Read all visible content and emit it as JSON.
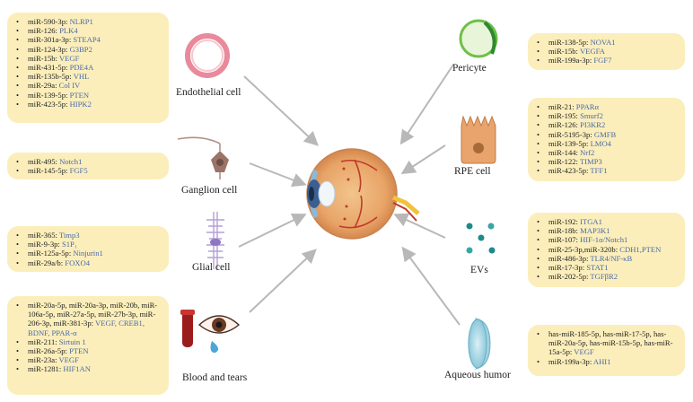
{
  "center": {
    "label": "eye-icon"
  },
  "cells": [
    {
      "id": "endothelial",
      "label": "Endothelial cell",
      "icon": "endothelial-cell-icon",
      "items": [
        [
          "miR-590-3p: ",
          "NLRP1"
        ],
        [
          "miR-126: ",
          "PLK4"
        ],
        [
          "miR-301a-3p: ",
          "STEAP4"
        ],
        [
          "miR-124-3p: ",
          "G3BP2"
        ],
        [
          "miR-15b: ",
          "VEGF"
        ],
        [
          "miR-431-5p: ",
          "PDE4A"
        ],
        [
          "miR-135b-5p: ",
          "VHL"
        ],
        [
          "miR-29a: ",
          "Col IV"
        ],
        [
          "miR-139-5p: ",
          "PTEN"
        ],
        [
          "miR-423-5p: ",
          "HIPK2"
        ]
      ]
    },
    {
      "id": "ganglion",
      "label": "Ganglion cell",
      "icon": "ganglion-cell-icon",
      "items": [
        [
          "miR-495: ",
          "Notch1"
        ],
        [
          "miR-145-5p: ",
          "FGF5"
        ]
      ]
    },
    {
      "id": "glial",
      "label": "Glial cell",
      "icon": "glial-cell-icon",
      "items": [
        [
          "miR-365: ",
          "Timp3"
        ],
        [
          "miR-9-3p: ",
          "S1P₁"
        ],
        [
          "miR-125a-5p: ",
          "Ninjurin1"
        ],
        [
          "miR-29a/b: ",
          "FOXO4"
        ]
      ]
    },
    {
      "id": "blood",
      "label": "Blood and tears",
      "icon": "blood-tears-icon",
      "items": [
        [
          "miR-20a-5p, miR-20a-3p, miR-20b, miR-106a-5p, miR-27a-5p, miR-27b-3p, miR-206-3p, miR-381-3p: ",
          "VEGF, CREB1, BDNF, PPAR-α"
        ],
        [
          "miR-211: ",
          "Sirtuin 1"
        ],
        [
          "miR-26a-5p: ",
          "PTEN"
        ],
        [
          "miR-23a: ",
          "VEGF"
        ],
        [
          "miR-1281: ",
          "HIF1AN"
        ]
      ]
    },
    {
      "id": "pericyte",
      "label": "Pericyte",
      "icon": "pericyte-icon",
      "items": [
        [
          "miR-138-5p: ",
          "NOVA1"
        ],
        [
          "miR-15b: ",
          "VEGFA"
        ],
        [
          "miR-199a-3p: ",
          "FGF7"
        ]
      ]
    },
    {
      "id": "rpe",
      "label": "RPE cell",
      "icon": "rpe-cell-icon",
      "items": [
        [
          "miR-21: ",
          "PPARα"
        ],
        [
          "miR-195: ",
          "Smurf2"
        ],
        [
          "miR-126: ",
          "PI3KR2"
        ],
        [
          "miR-5195-3p: ",
          "GMFB"
        ],
        [
          "miR-139-5p: ",
          "LMO4"
        ],
        [
          "miR-144: ",
          "Nrf2"
        ],
        [
          "miR-122: ",
          "TIMP3"
        ],
        [
          "miR-423-5p: ",
          "TFF1"
        ]
      ]
    },
    {
      "id": "evs",
      "label": "EVs",
      "icon": "evs-icon",
      "items": [
        [
          "miR-192: ",
          "ITGA1"
        ],
        [
          "miR-18b: ",
          "MAP3K1"
        ],
        [
          "miR-107: ",
          "HIF-1α/Notch1"
        ],
        [
          "miR-25-3p,miR-320b: ",
          "CDH1,PTEN"
        ],
        [
          "miR-486-3p: ",
          "TLR4/NF-κB"
        ],
        [
          "miR-17-3p: ",
          "STAT1"
        ],
        [
          "miR-202-5p: ",
          "TGFβR2"
        ]
      ]
    },
    {
      "id": "aqueous",
      "label": "Aqueous humor",
      "icon": "aqueous-humor-icon",
      "items": [
        [
          "has-miR-185-5p, has-miR-17-5p, has-miR-20a-5p, has-miR-15b-5p, has-miR-15a-5p: ",
          "VEGF"
        ],
        [
          "miR-199a-3p: ",
          "AHI1"
        ]
      ]
    }
  ],
  "colors": {
    "box": "#fbeebb",
    "target": "#4a6aa8",
    "arrow": "#b8b8b8"
  }
}
